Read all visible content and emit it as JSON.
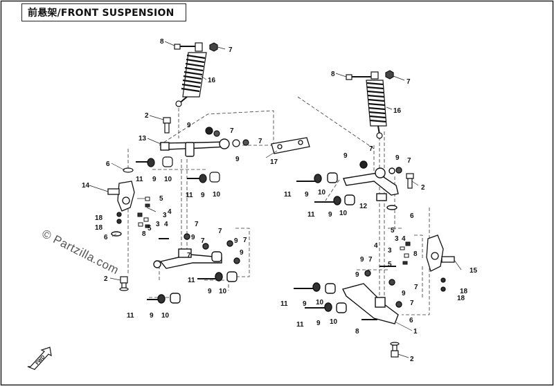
{
  "title": "前悬架/FRONT SUSPENSION",
  "watermark": "© Partzilla.com",
  "fwd_label": "FWD",
  "callouts": {
    "n1": "1",
    "n2": "2",
    "n3": "3",
    "n4": "4",
    "n5": "5",
    "n6": "6",
    "n7": "7",
    "n8": "8",
    "n9": "9",
    "n10": "10",
    "n11": "11",
    "n12": "12",
    "n13": "13",
    "n14": "14",
    "n15": "15",
    "n16": "16",
    "n17": "17",
    "n18": "18"
  }
}
